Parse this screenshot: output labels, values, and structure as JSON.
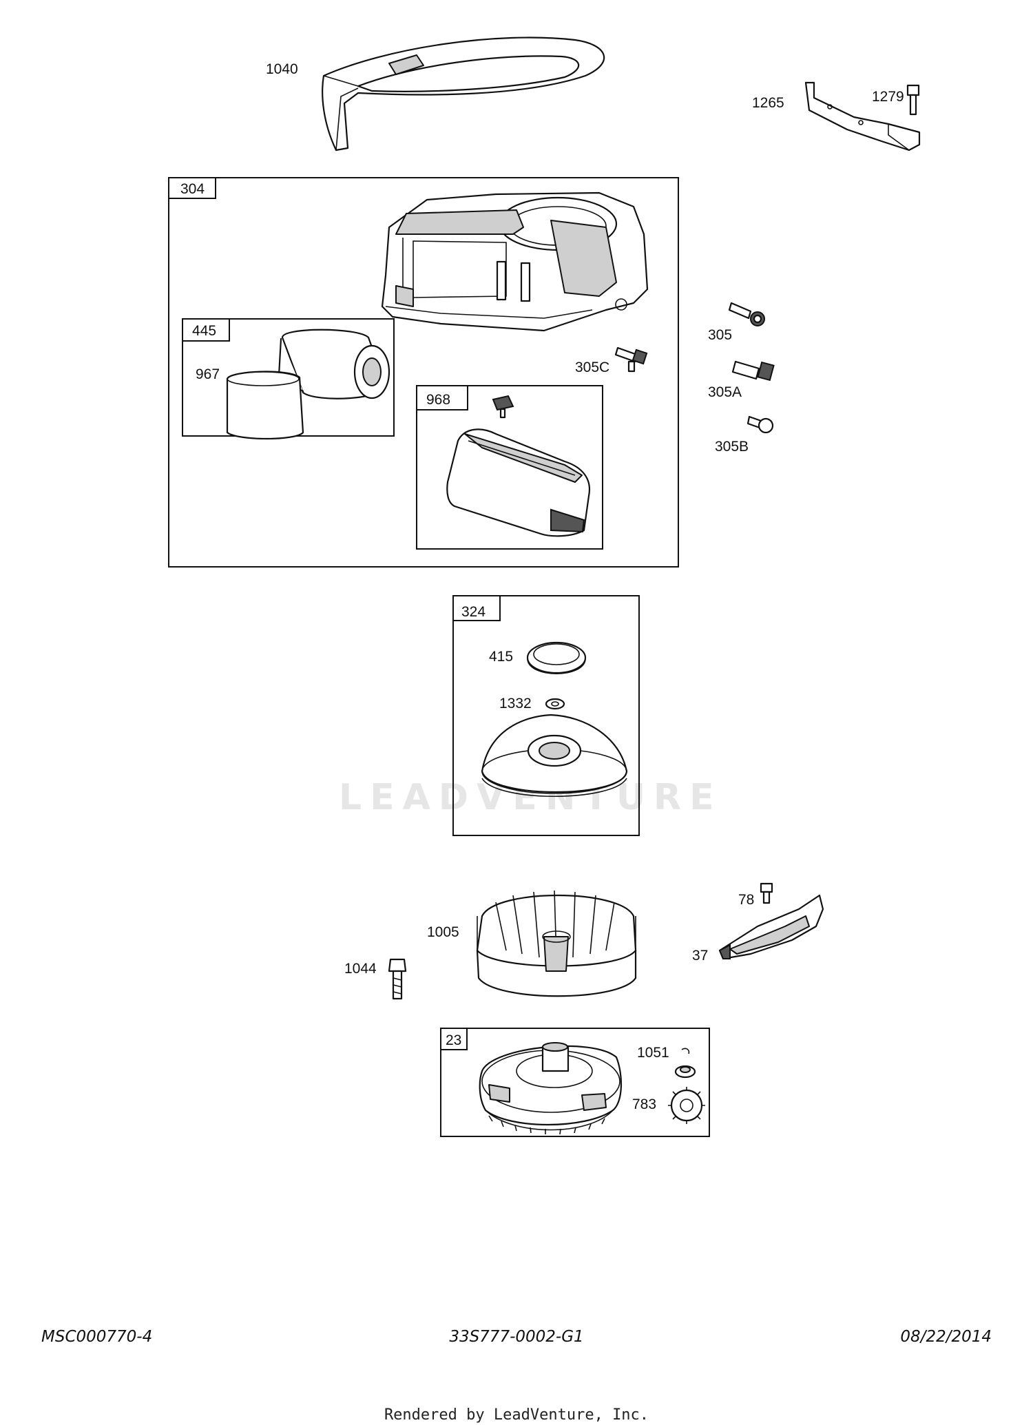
{
  "watermark": "LEADVENTURE",
  "footer": {
    "left": "MSC000770-4",
    "center": "33S777-0002-G1",
    "right": "08/22/2014",
    "rendered_by": "Rendered by LeadVenture, Inc."
  },
  "groups": {
    "g304": "304",
    "g445": "445",
    "g968": "968",
    "g324": "324",
    "g23": "23"
  },
  "labels": {
    "p1040": "1040",
    "p1265": "1265",
    "p1279": "1279",
    "p967": "967",
    "p305": "305",
    "p305C": "305C",
    "p305A": "305A",
    "p305B": "305B",
    "p415": "415",
    "p1332": "1332",
    "p1005": "1005",
    "p1044": "1044",
    "p78": "78",
    "p37": "37",
    "p1051": "1051",
    "p783": "783"
  }
}
